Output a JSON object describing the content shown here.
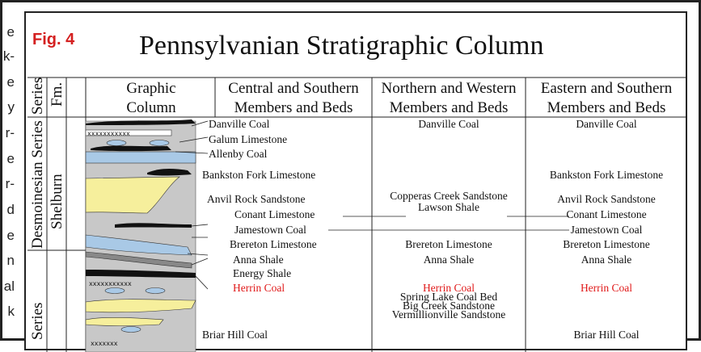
{
  "left_text": [
    "e",
    "k-",
    "e",
    "y",
    "r-",
    "e",
    "r-",
    "d",
    "e",
    "n",
    "al",
    "k"
  ],
  "figure": {
    "label": "Fig. 4",
    "title": "Pennsylvanian Stratigraphic Column",
    "headers": {
      "series": "Series",
      "fm": "Fm.",
      "graphic": [
        "Graphic",
        "Column"
      ],
      "central": [
        "Central and Southern",
        "Members and Beds"
      ],
      "northern": [
        "Northern and Western",
        "Members and Beds"
      ],
      "eastern": [
        "Eastern and Southern",
        "Members and Beds"
      ]
    },
    "series_names": [
      "Desmoinesian Series",
      "Series"
    ],
    "formation": "Shelburn",
    "central_units": [
      "Danville Coal",
      "Galum Limestone",
      "Allenby Coal",
      "Bankston Fork Limestone",
      "Anvil Rock Sandstone",
      "Conant Limestone",
      "Jamestown Coal",
      "Brereton Limestone",
      "Anna Shale",
      "Energy Shale",
      "Herrin Coal",
      "Briar Hill Coal"
    ],
    "northern_units": [
      "Danville Coal",
      "Copperas Creek Sandstone",
      "Lawson Shale",
      "Brereton Limestone",
      "Anna Shale",
      "Herrin Coal",
      "Spring Lake Coal Bed",
      "Big Creek Sandstone",
      "Vermillionville Sandstone"
    ],
    "eastern_units": [
      "Danville Coal",
      "Bankston Fork Limestone",
      "Anvil Rock Sandstone",
      "Conant Limestone",
      "Jamestown Coal",
      "Brereton Limestone",
      "Anna Shale",
      "Herrin Coal",
      "Briar Hill Coal"
    ],
    "colors": {
      "accent_red": "#e01818",
      "coal": "#111111",
      "limestone": "#a9c9e6",
      "sandstone": "#f6ef9c",
      "shale": "#c8c8c8"
    }
  }
}
